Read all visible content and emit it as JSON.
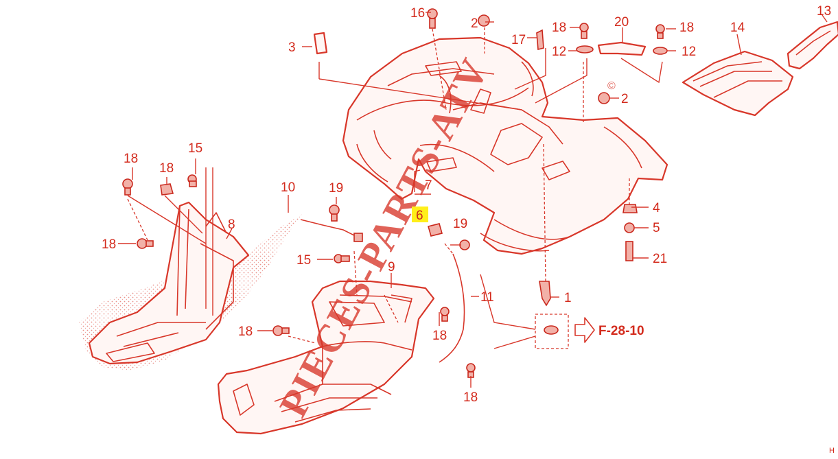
{
  "diagram": {
    "callouts": [
      "16",
      "2",
      "17",
      "18",
      "20",
      "18",
      "13",
      "14",
      "3",
      "12",
      "12",
      "2",
      "15",
      "18",
      "18",
      "10",
      "19",
      "8",
      "18",
      "7",
      "6",
      "19",
      "4",
      "5",
      "21",
      "15",
      "9",
      "11",
      "1",
      "18",
      "18",
      "18"
    ],
    "highlighted_callout": "6",
    "reference_label": "F-28-10",
    "watermark": "PIECES-PARTS-ATV",
    "watermark_symbol": "©",
    "corner_mark": "H",
    "colors": {
      "line": "#d8372a",
      "text": "#d32a1c",
      "highlight": "#ffef1a",
      "background": "#ffffff"
    }
  }
}
